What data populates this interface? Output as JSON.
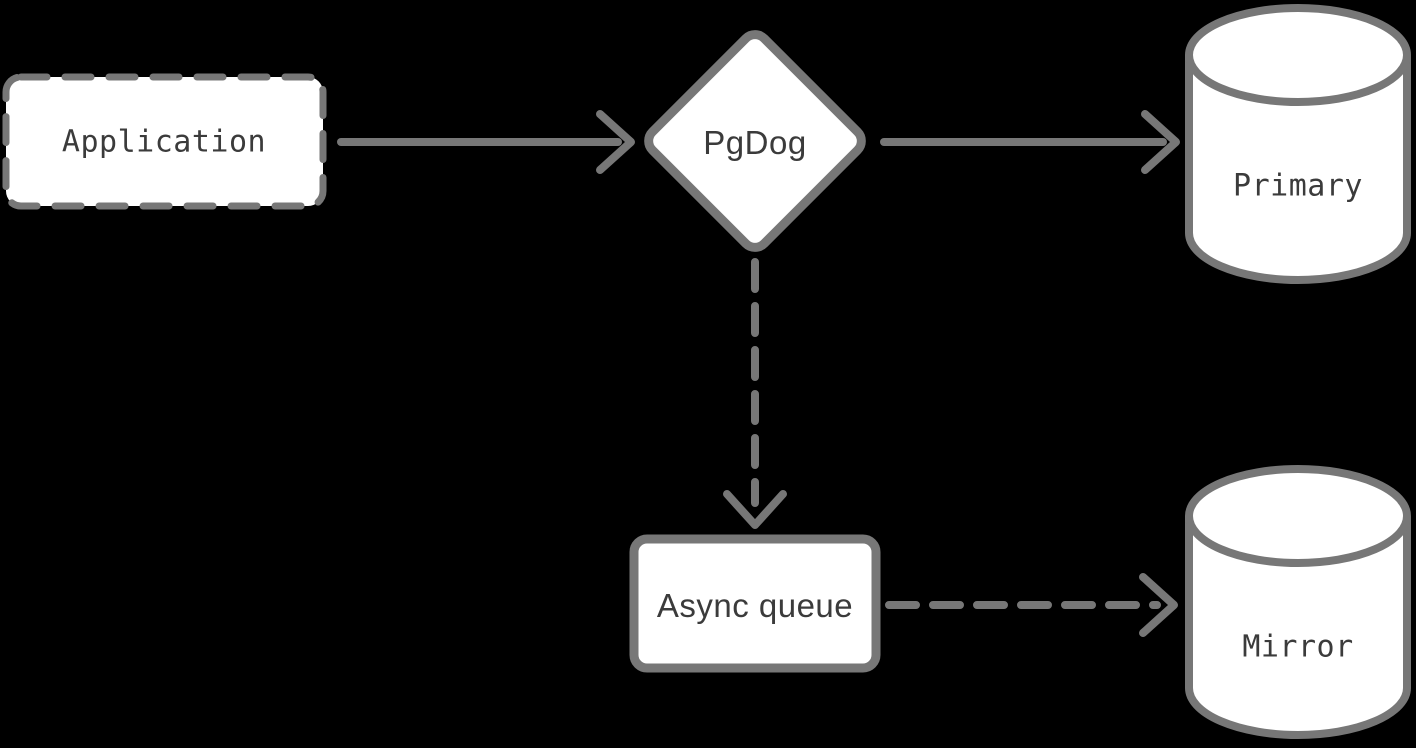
{
  "diagram": {
    "title": "PgDog mirroring architecture diagram",
    "background_color": "#000000",
    "stroke_color": "#777777",
    "node_fill_color": "#ffffff",
    "text_color": "#3b3b3b"
  },
  "nodes": {
    "application": {
      "label": "Application",
      "shape": "rounded-rect",
      "border_style": "dashed"
    },
    "pgdog": {
      "label": "PgDog",
      "shape": "diamond",
      "border_style": "solid"
    },
    "primary": {
      "label": "Primary",
      "shape": "database-cylinder",
      "border_style": "solid"
    },
    "async_queue": {
      "label": "Async queue",
      "shape": "rounded-rect",
      "border_style": "solid"
    },
    "mirror": {
      "label": "Mirror",
      "shape": "database-cylinder",
      "border_style": "solid"
    }
  },
  "edges": [
    {
      "from": "application",
      "to": "pgdog",
      "style": "solid",
      "direction": "right"
    },
    {
      "from": "pgdog",
      "to": "primary",
      "style": "solid",
      "direction": "right"
    },
    {
      "from": "pgdog",
      "to": "async_queue",
      "style": "dashed",
      "direction": "down"
    },
    {
      "from": "async_queue",
      "to": "mirror",
      "style": "dashed",
      "direction": "right"
    }
  ]
}
